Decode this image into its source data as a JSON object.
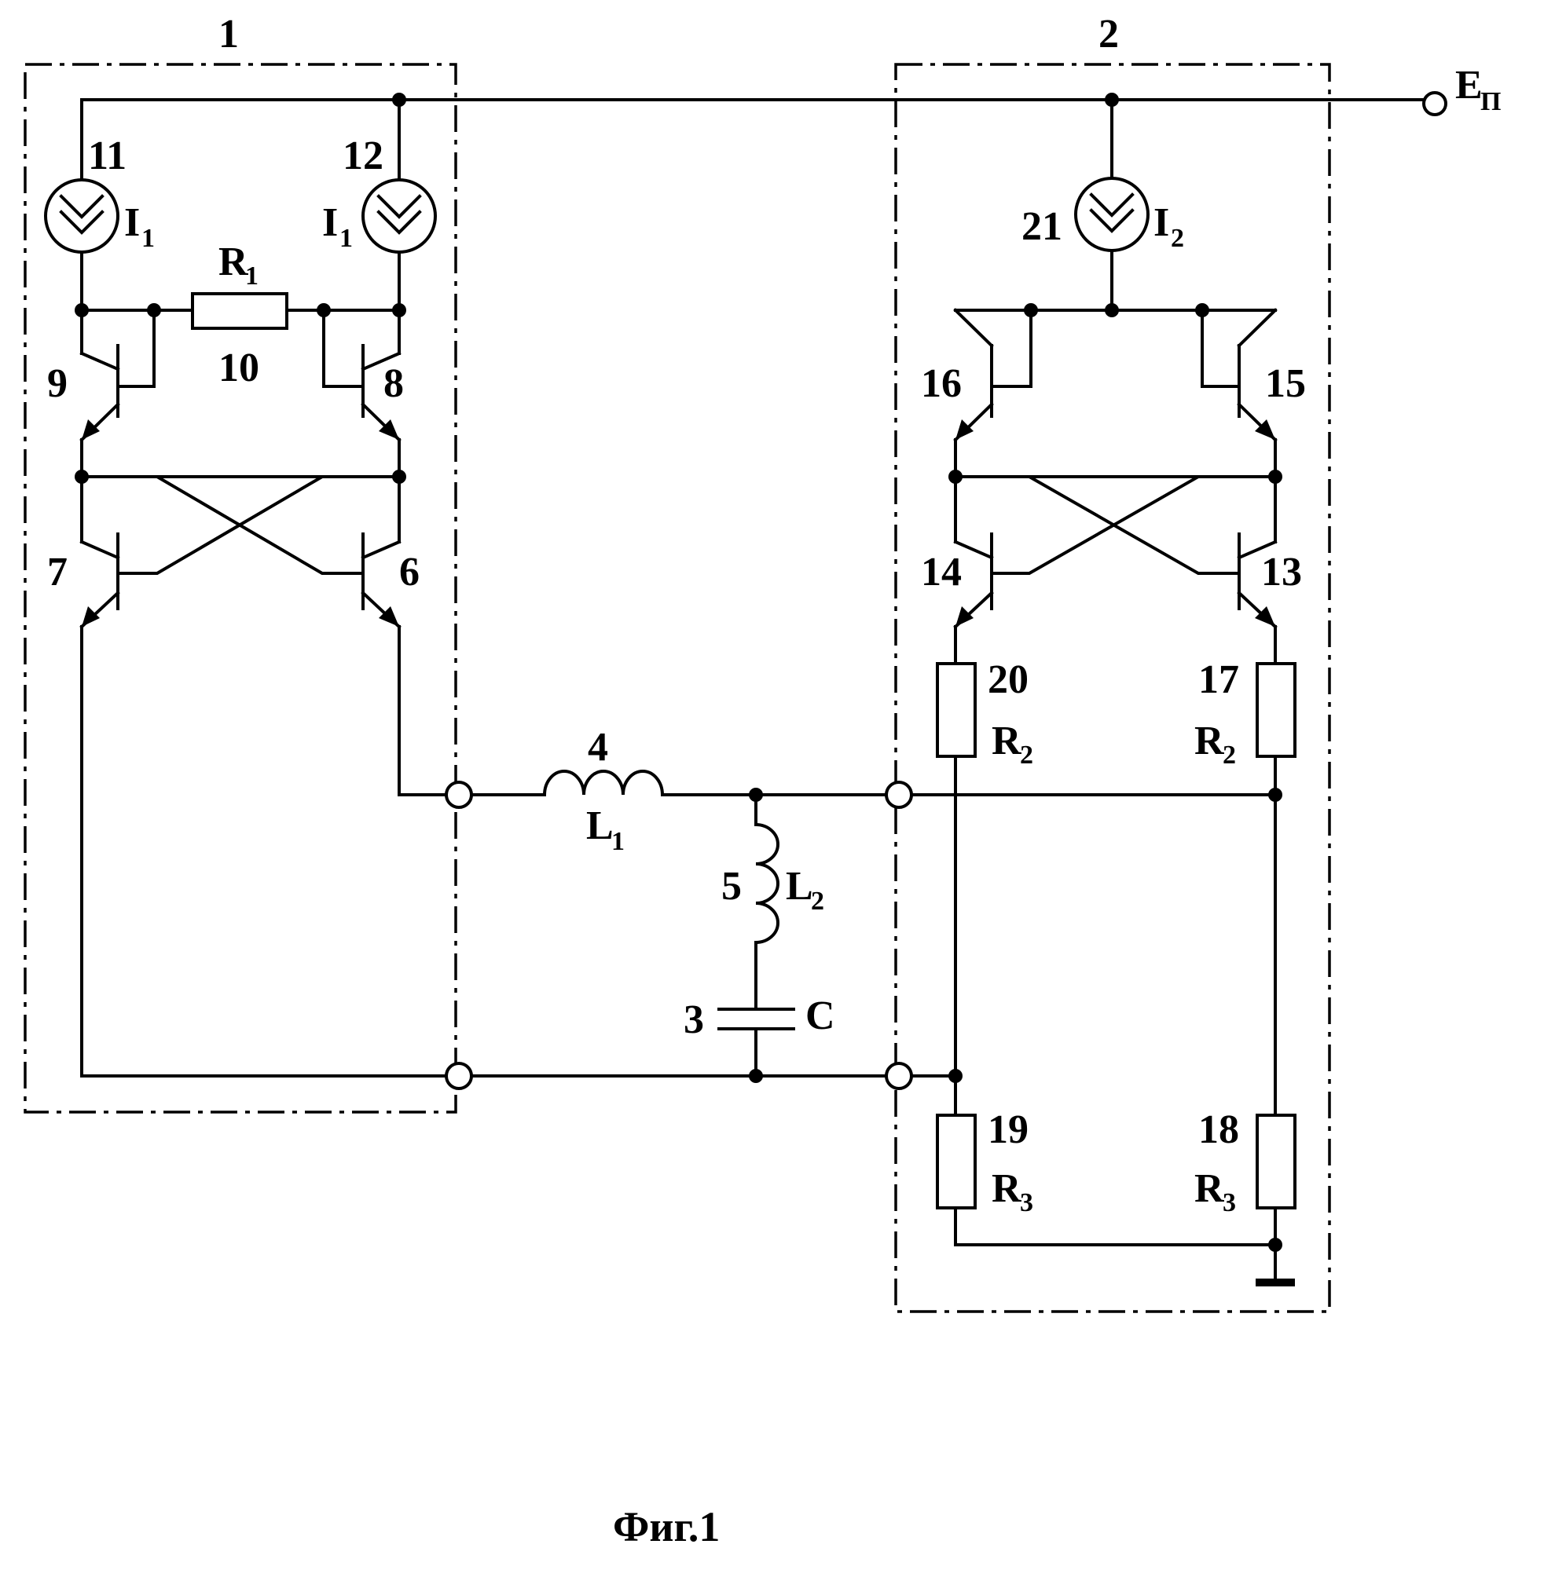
{
  "blocks": {
    "left": "1",
    "right": "2"
  },
  "supply": {
    "label_main": "E",
    "label_sub": "П"
  },
  "sources": [
    {
      "num": "11",
      "sym": "I",
      "sub": "1"
    },
    {
      "num": "12",
      "sym": "I",
      "sub": "1"
    },
    {
      "num": "21",
      "sym": "I",
      "sub": "2"
    }
  ],
  "resistors": [
    {
      "num": "10",
      "sym": "R",
      "sub": "1"
    },
    {
      "num": "20",
      "sym": "R",
      "sub": "2"
    },
    {
      "num": "17",
      "sym": "R",
      "sub": "2"
    },
    {
      "num": "19",
      "sym": "R",
      "sub": "3"
    },
    {
      "num": "18",
      "sym": "R",
      "sub": "3"
    }
  ],
  "transistors": [
    "9",
    "8",
    "7",
    "6",
    "16",
    "15",
    "14",
    "13"
  ],
  "inductors": [
    {
      "num": "4",
      "sym": "L",
      "sub": "1"
    },
    {
      "num": "5",
      "sym": "L",
      "sub": "2"
    }
  ],
  "capacitor": {
    "num": "3",
    "sym": "C"
  },
  "caption": "Фиг.1"
}
